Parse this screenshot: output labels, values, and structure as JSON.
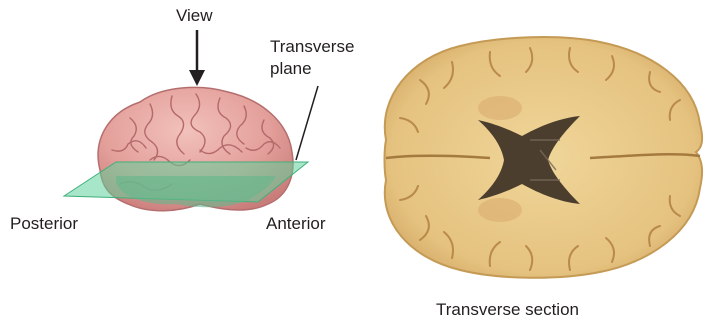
{
  "labels": {
    "view": "View",
    "transverse_plane_line1": "Transverse",
    "transverse_plane_line2": "plane",
    "posterior": "Posterior",
    "anterior": "Anterior",
    "transverse_section": "Transverse section"
  },
  "colors": {
    "brain_pink": "#e6a39e",
    "brain_shadow": "#c97d7b",
    "plane_green": "#5fd19a",
    "section_tan": "#e8c987",
    "section_outline": "#c49a55",
    "ventricle_dark": "#3a2e22",
    "text": "#231f20"
  }
}
